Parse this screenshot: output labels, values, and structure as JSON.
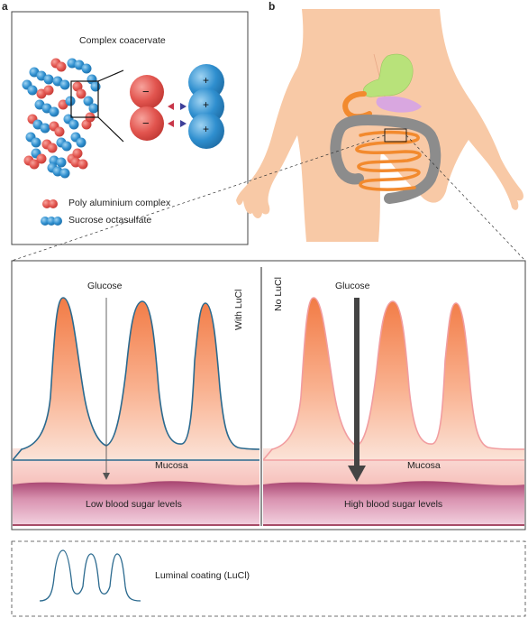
{
  "panel_a": {
    "letter": "a",
    "title": "Complex coacervate",
    "legend": [
      {
        "label": "Poly aluminium complex",
        "color": "#e2554f"
      },
      {
        "label": "Sucrose octasulfate",
        "color": "#2f8fcf"
      }
    ],
    "charge_negative": "−",
    "charge_positive": "+"
  },
  "panel_b": {
    "letter": "b"
  },
  "lower": {
    "left": {
      "glucose_label": "Glucose",
      "condition_label": "With LuCl",
      "mucosa_label": "Mucosa",
      "blood_label": "Low blood sugar levels"
    },
    "right": {
      "glucose_label": "Glucose",
      "condition_label": "No LuCl",
      "mucosa_label": "Mucosa",
      "blood_label": "High blood sugar levels"
    }
  },
  "bottom": {
    "coating_label": "Luminal coating (LuCl)"
  },
  "colors": {
    "red": "#e2554f",
    "blue": "#2f8fcf",
    "skin": "#f8c9a6",
    "intestine": "#f28a2e",
    "colon": "#8c8c8c",
    "villi_top": "#f27b45",
    "villi_bottom": "#fbd6c4",
    "mucosa": "#f7c7c0",
    "blood": "#b8507a"
  }
}
